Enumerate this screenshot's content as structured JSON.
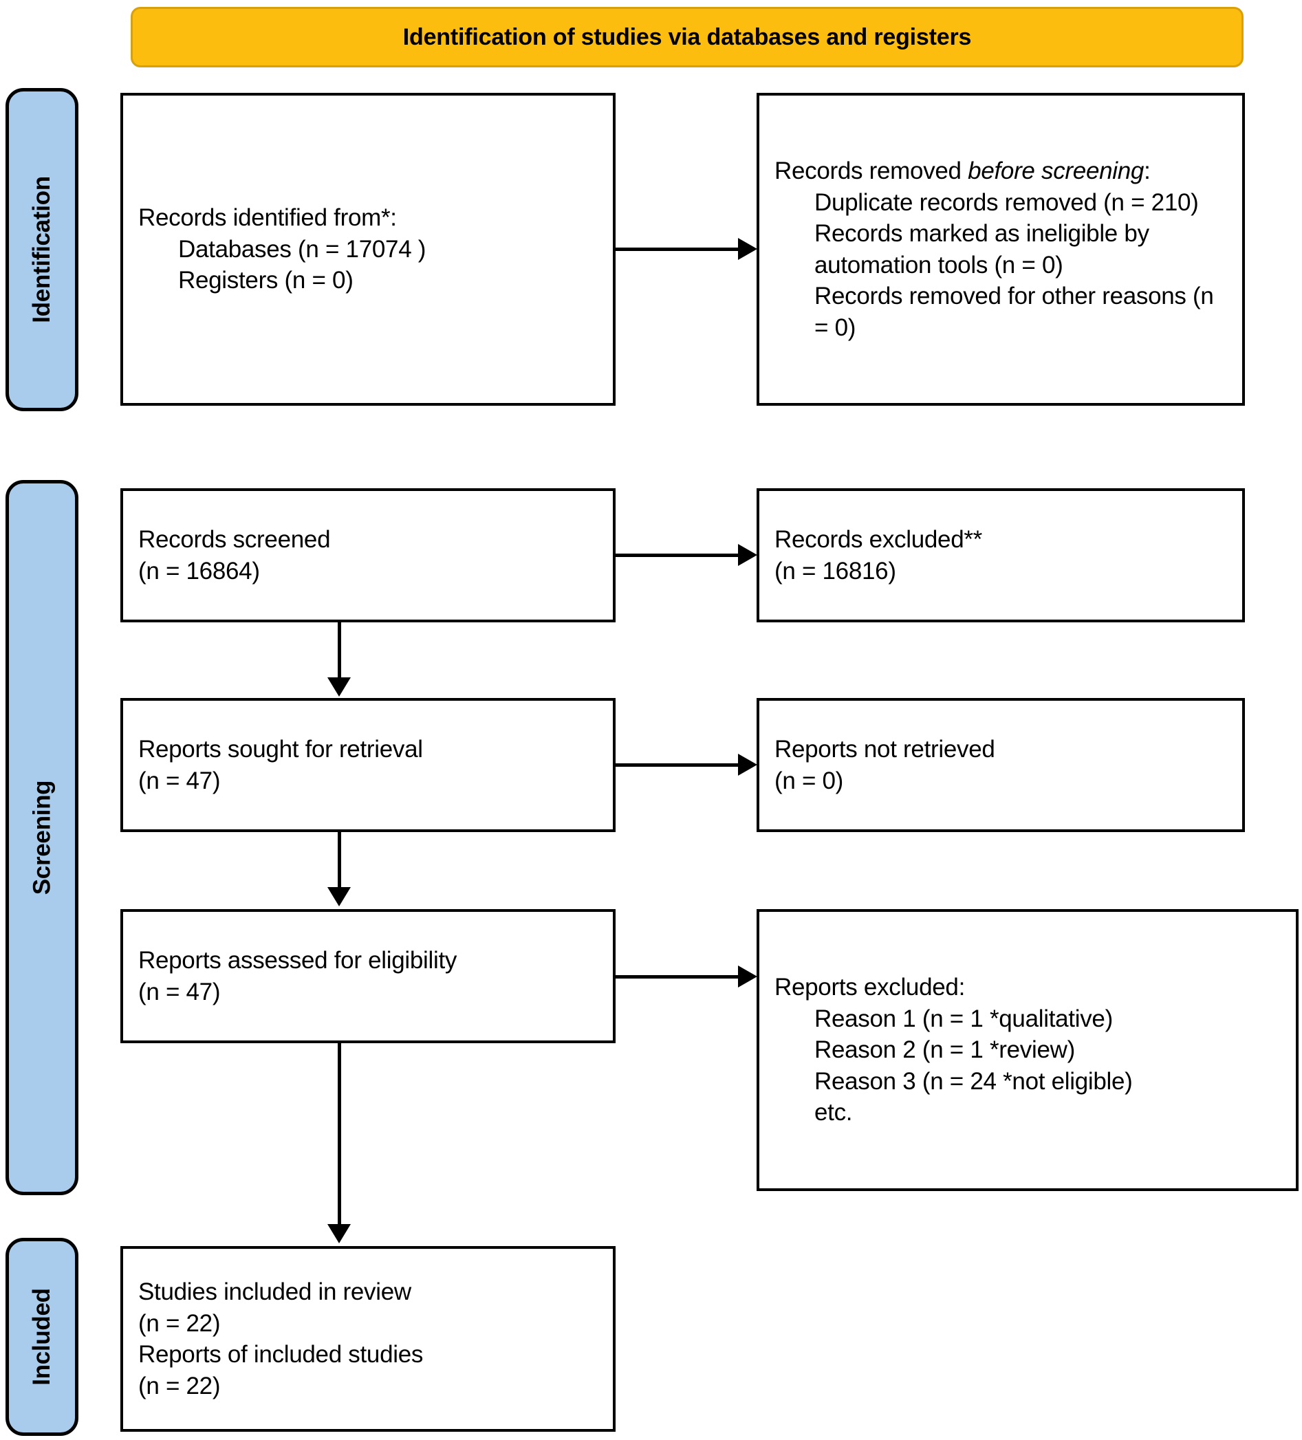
{
  "banner": {
    "title": "Identification of studies via databases and registers"
  },
  "stages": [
    {
      "id": "identification",
      "label": "Identification"
    },
    {
      "id": "screening",
      "label": "Screening"
    },
    {
      "id": "included",
      "label": "Included"
    }
  ],
  "colors": {
    "banner_fill": "#FCBD0E",
    "banner_border": "#D8A00A",
    "stage_fill": "#A9CBEC",
    "stage_border": "#000000",
    "box_border": "#000000",
    "box_fill": "#FFFFFF",
    "text": "#000000"
  },
  "boxes": {
    "identified": {
      "heading": "Records identified from*:",
      "items": [
        "Databases (n = 17074 )",
        "Registers (n = 0)"
      ]
    },
    "removed_before_screening": {
      "heading_prefix": "Records removed ",
      "heading_italic": "before screening",
      "heading_suffix": ":",
      "items": [
        "Duplicate records removed (n = 210)",
        "Records marked as ineligible by automation tools (n = 0)",
        "Records removed for other reasons (n = 0)"
      ]
    },
    "records_screened": {
      "heading": "Records screened",
      "count": "(n = 16864)"
    },
    "records_excluded": {
      "heading": "Records excluded**",
      "count": "(n = 16816)"
    },
    "reports_sought": {
      "heading": "Reports sought for retrieval",
      "count": "(n = 47)"
    },
    "reports_not_retrieved": {
      "heading": "Reports not retrieved",
      "count": "(n = 0)"
    },
    "reports_assessed": {
      "heading": "Reports assessed for eligibility",
      "count": "(n = 47)"
    },
    "reports_excluded": {
      "heading": "Reports excluded:",
      "items": [
        "Reason 1 (n = 1 *qualitative)",
        "Reason 2 (n = 1 *review)",
        "Reason 3 (n = 24 *not eligible)",
        "etc."
      ]
    },
    "studies_included": {
      "line1": "Studies included in review",
      "line2": "(n = 22)",
      "line3": "Reports of included studies",
      "line4": "(n = 22)"
    }
  },
  "connectors": [
    {
      "name": "identified-to-removed",
      "direction": "right"
    },
    {
      "name": "screened-to-excluded",
      "direction": "right"
    },
    {
      "name": "sought-to-not-retrieved",
      "direction": "right"
    },
    {
      "name": "assessed-to-excluded",
      "direction": "right"
    },
    {
      "name": "screened-to-sought",
      "direction": "down"
    },
    {
      "name": "sought-to-assessed",
      "direction": "down"
    },
    {
      "name": "assessed-to-included",
      "direction": "down"
    }
  ]
}
